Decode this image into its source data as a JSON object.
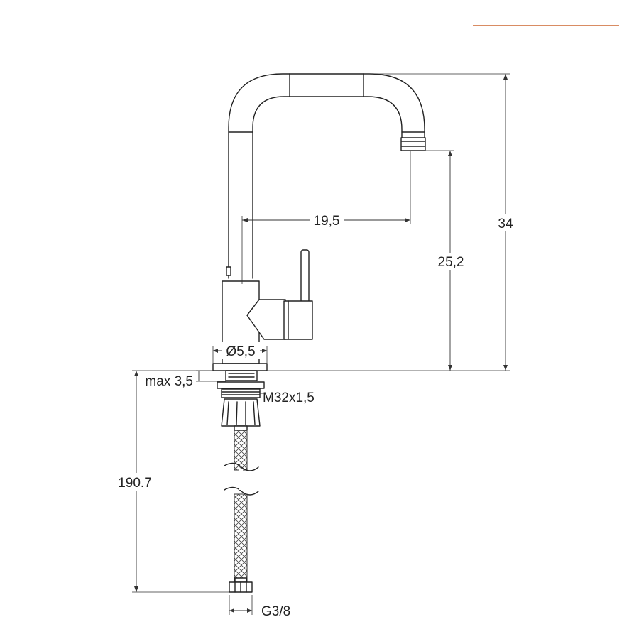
{
  "accent_color": "#d98c63",
  "dimensions": {
    "spout_reach": "19,5",
    "spout_height": "25,2",
    "total_height": "34",
    "hole_diameter": "Ø5,5",
    "max_thickness": "max 3,5",
    "thread": "M32x1,5",
    "hose_length": "190.7",
    "connector": "G3/8"
  }
}
